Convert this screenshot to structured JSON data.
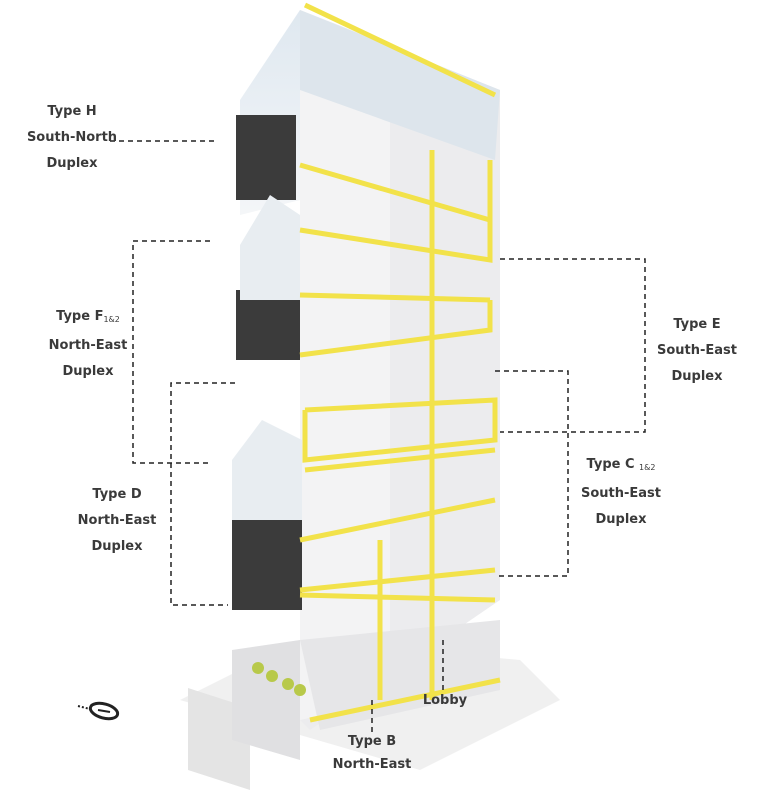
{
  "labels": {
    "type_h": {
      "title": "Type H",
      "orientation": "South-North",
      "kind": "Duplex"
    },
    "type_f": {
      "title": "Type F",
      "sub": "1&2",
      "orientation": "North-East",
      "kind": "Duplex"
    },
    "type_d": {
      "title": "Type D",
      "orientation": "North-East",
      "kind": "Duplex"
    },
    "type_e": {
      "title": "Type E",
      "orientation": "South-East",
      "kind": "Duplex"
    },
    "type_c": {
      "title": "Type C",
      "sub": "1&2",
      "orientation": "South-East",
      "kind": "Duplex"
    },
    "lobby": "Lobby",
    "type_b": {
      "title": "Type B",
      "orientation": "North-East"
    }
  },
  "colors": {
    "accent": "#f2e24a",
    "text": "#3a3a3a",
    "dark_panel": "#3b3b3b",
    "wall": "#e6e6e8"
  },
  "icons": {
    "north_arrow": "north-arrow-icon"
  }
}
